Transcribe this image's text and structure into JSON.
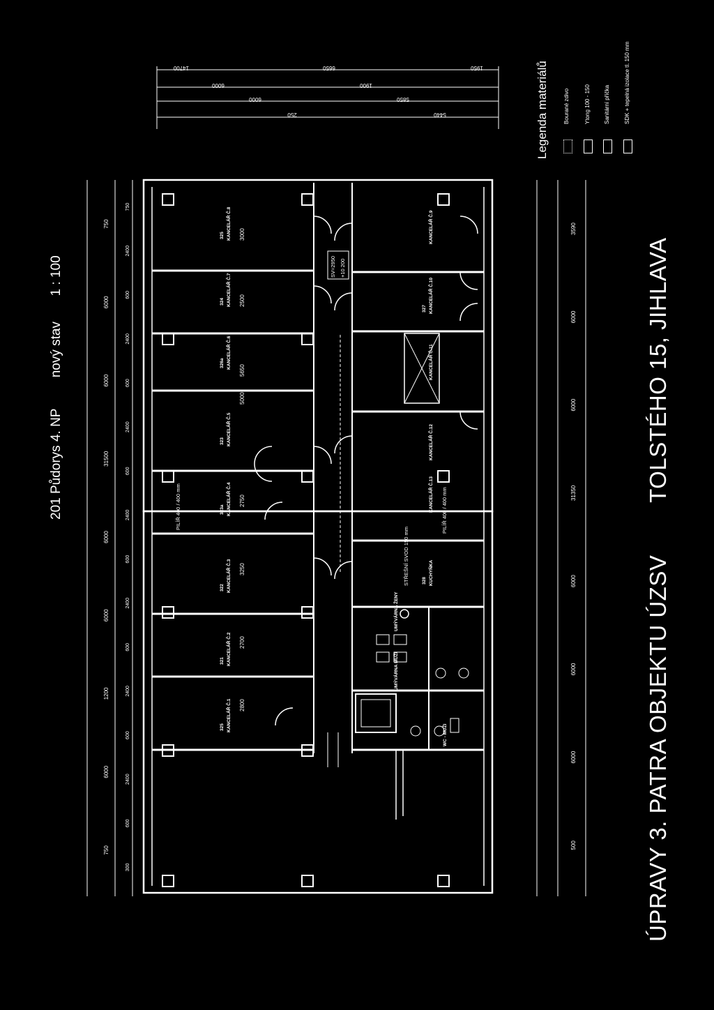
{
  "drawing": {
    "heading": "201 Půdorys 4. NP",
    "state": "nový stav",
    "scale": "1 : 100"
  },
  "title_block": {
    "main_title": "ÚPRAVY 3. PATRA OBJEKTU ÚZSV",
    "address": "TOLSTÉHO 15, JIHLAVA"
  },
  "legend": {
    "title": "Legenda materiálů",
    "items": [
      {
        "label": "Bourané zdivo"
      },
      {
        "label": "Ytong 100 - 150"
      },
      {
        "label": "Sanitární příčka"
      },
      {
        "label": "SDK + tepelná izolace tl. 150 mm"
      }
    ]
  },
  "rooms_left": [
    {
      "code": "325",
      "name": "KANCELÁŘ Č.1",
      "dim": "2800"
    },
    {
      "code": "321",
      "name": "KANCELÁŘ Č.2",
      "dim": "2700"
    },
    {
      "code": "322",
      "name": "KANCELÁŘ Č.3",
      "dim": "3250"
    },
    {
      "code": "323a",
      "name": "KANCELÁŘ Č.4",
      "dim": "2750"
    },
    {
      "code": "323",
      "name": "KANCELÁŘ Č.5",
      "dim": "5000"
    },
    {
      "code": "326a",
      "name": "KANCELÁŘ Č.6",
      "dim": "5650"
    },
    {
      "code": "324",
      "name": "KANCELÁŘ Č.7",
      "dim": "2500"
    },
    {
      "code": "325",
      "name": "KANCELÁŘ Č.8",
      "dim": "3000"
    }
  ],
  "rooms_right": [
    {
      "code": "",
      "name": "KANCELÁŘ Č.9"
    },
    {
      "code": "327",
      "name": "KANCELÁŘ Č.10"
    },
    {
      "code": "",
      "name": "KANCELÁŘ Č.11"
    },
    {
      "code": "",
      "name": "KANCELÁŘ Č.12"
    },
    {
      "code": "",
      "name": "KANCELÁŘ Č.13"
    },
    {
      "code": "328",
      "name": "KUCHYŇKA"
    },
    {
      "code": "",
      "name": "UMÝVÁRNA ŽENY"
    },
    {
      "code": "",
      "name": "UMÝVÁRNA MUŽI"
    },
    {
      "code": "",
      "name": "WC - MUŽI"
    }
  ],
  "annotations": {
    "pillar_left": "PILÍŘ 400 / 400 mm",
    "pillar_right": "PILÍŘ 400 / 400 mm",
    "roof_drain": "STŘEŠNÍ SVOD 150 mm",
    "sv_level": "SV=2950",
    "level": "+10 200"
  },
  "dims_top": [
    "750",
    "6000",
    "1200",
    "6000",
    "6000",
    "31500",
    "6000",
    "6000",
    "750"
  ],
  "dims_top_inner": [
    "300",
    "600",
    "2400",
    "600",
    "2400",
    "600",
    "2400",
    "600",
    "2400",
    "600",
    "2400",
    "600",
    "2400",
    "600",
    "2400",
    "750"
  ],
  "dims_bottom": [
    "500",
    "6000",
    "6000",
    "6000",
    "31350",
    "6000",
    "6000",
    "3590"
  ],
  "dims_right": [
    "14700",
    "6000",
    "6000",
    "250",
    "6650",
    "1900",
    "5850",
    "5440",
    "1950"
  ]
}
